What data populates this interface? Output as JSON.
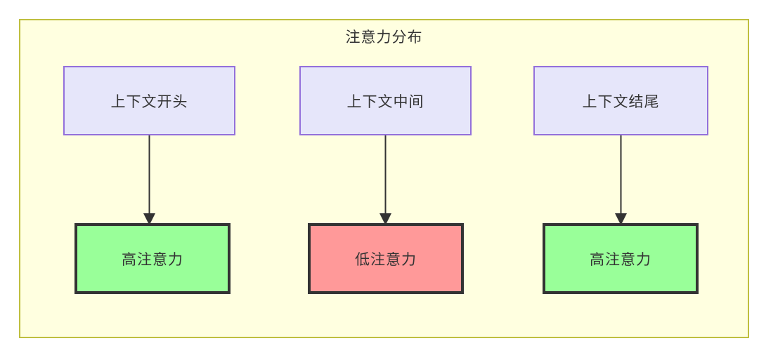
{
  "diagram": {
    "type": "flowchart",
    "title": "注意力分布",
    "container": {
      "label": "注意力分布",
      "fill_color": "#ffffe0",
      "border_color": "#bfbf3f"
    },
    "colors": {
      "context_node_fill": "#e6e6fa",
      "context_node_border": "#9370db",
      "high_attention_fill": "#99ff99",
      "low_attention_fill": "#ff9999",
      "emphasis_border": "#333333",
      "text": "#333333",
      "edge": "#333333"
    },
    "columns": [
      {
        "id": "start",
        "source": {
          "label": "上下文开头"
        },
        "target": {
          "label": "高注意力",
          "level": "high"
        }
      },
      {
        "id": "middle",
        "source": {
          "label": "上下文中间"
        },
        "target": {
          "label": "低注意力",
          "level": "low"
        }
      },
      {
        "id": "end",
        "source": {
          "label": "上下文结尾"
        },
        "target": {
          "label": "高注意力",
          "level": "high"
        }
      }
    ],
    "edges": [
      {
        "from": "上下文开头",
        "to": "高注意力",
        "arrow": "down"
      },
      {
        "from": "上下文中间",
        "to": "低注意力",
        "arrow": "down"
      },
      {
        "from": "上下文结尾",
        "to": "高注意力",
        "arrow": "down"
      }
    ]
  }
}
